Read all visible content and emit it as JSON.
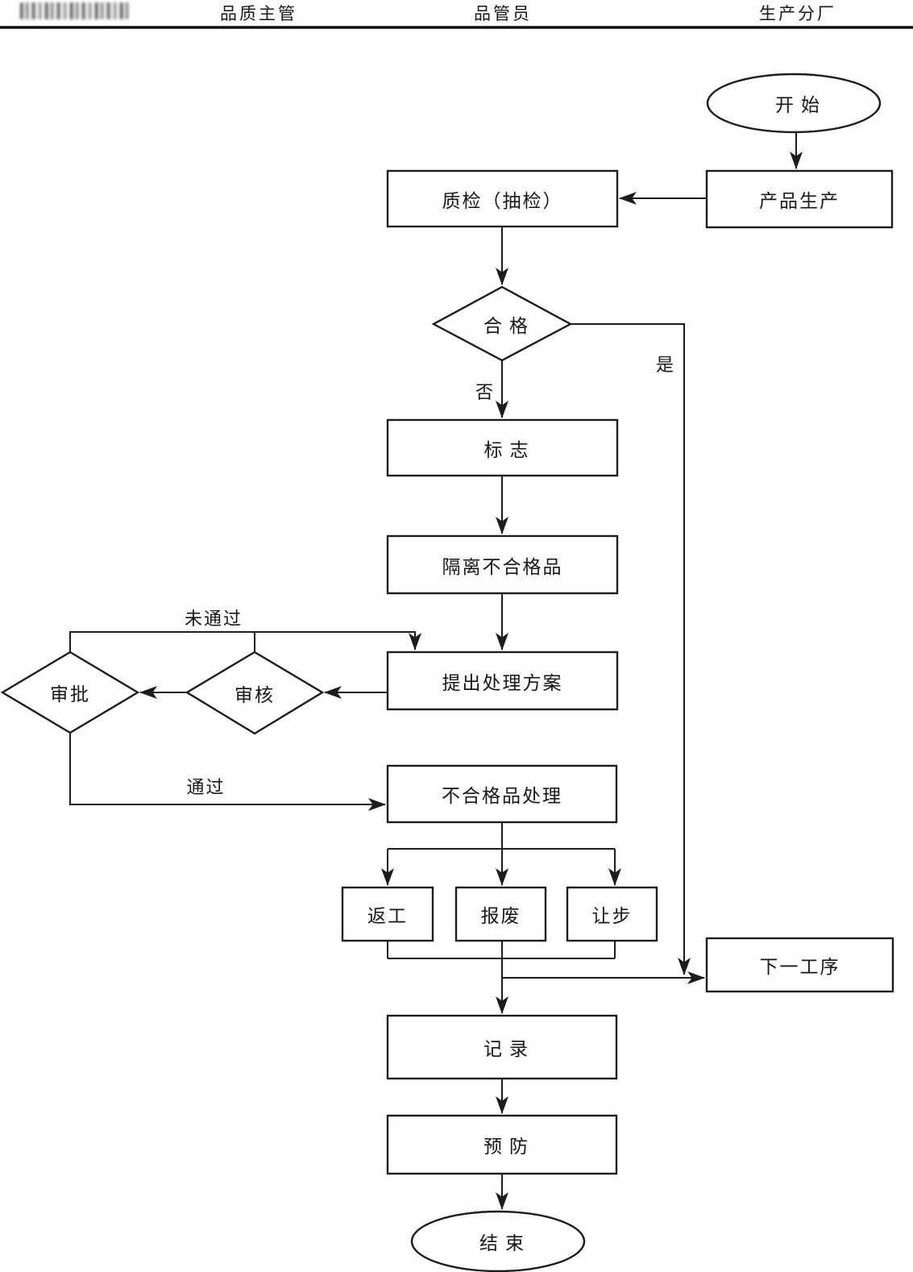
{
  "colors": {
    "ink": "#1c1c1c",
    "background": "#ffffff"
  },
  "header": {
    "logo": "blurred-illegible-company-mark",
    "columns": [
      {
        "label": "品质主管"
      },
      {
        "label": "品管员"
      },
      {
        "label": "生产分厂"
      }
    ]
  },
  "flowchart": {
    "nodes": {
      "start": {
        "type": "ellipse",
        "label": "开始"
      },
      "product_production": {
        "type": "rect",
        "label": "产品生产"
      },
      "quality_inspection": {
        "type": "rect",
        "label": "质检（抽检）"
      },
      "qualified": {
        "type": "diamond",
        "label": "合格"
      },
      "mark": {
        "type": "rect",
        "label": "标志"
      },
      "isolate": {
        "type": "rect",
        "label": "隔离不合格品"
      },
      "propose_plan": {
        "type": "rect",
        "label": "提出处理方案"
      },
      "review": {
        "type": "diamond",
        "label": "审核"
      },
      "approve": {
        "type": "diamond",
        "label": "审批"
      },
      "handle_nonconforming": {
        "type": "rect",
        "label": "不合格品处理"
      },
      "rework": {
        "type": "rect",
        "label": "返工"
      },
      "scrap": {
        "type": "rect",
        "label": "报废"
      },
      "concession": {
        "type": "rect",
        "label": "让步"
      },
      "next_process": {
        "type": "rect",
        "label": "下一工序"
      },
      "record": {
        "type": "rect",
        "label": "记录"
      },
      "prevention": {
        "type": "rect",
        "label": "预防"
      },
      "end": {
        "type": "ellipse",
        "label": "结束"
      }
    },
    "edge_labels": {
      "yes": "是",
      "no": "否",
      "passed": "通过",
      "not_passed": "未通过"
    }
  }
}
